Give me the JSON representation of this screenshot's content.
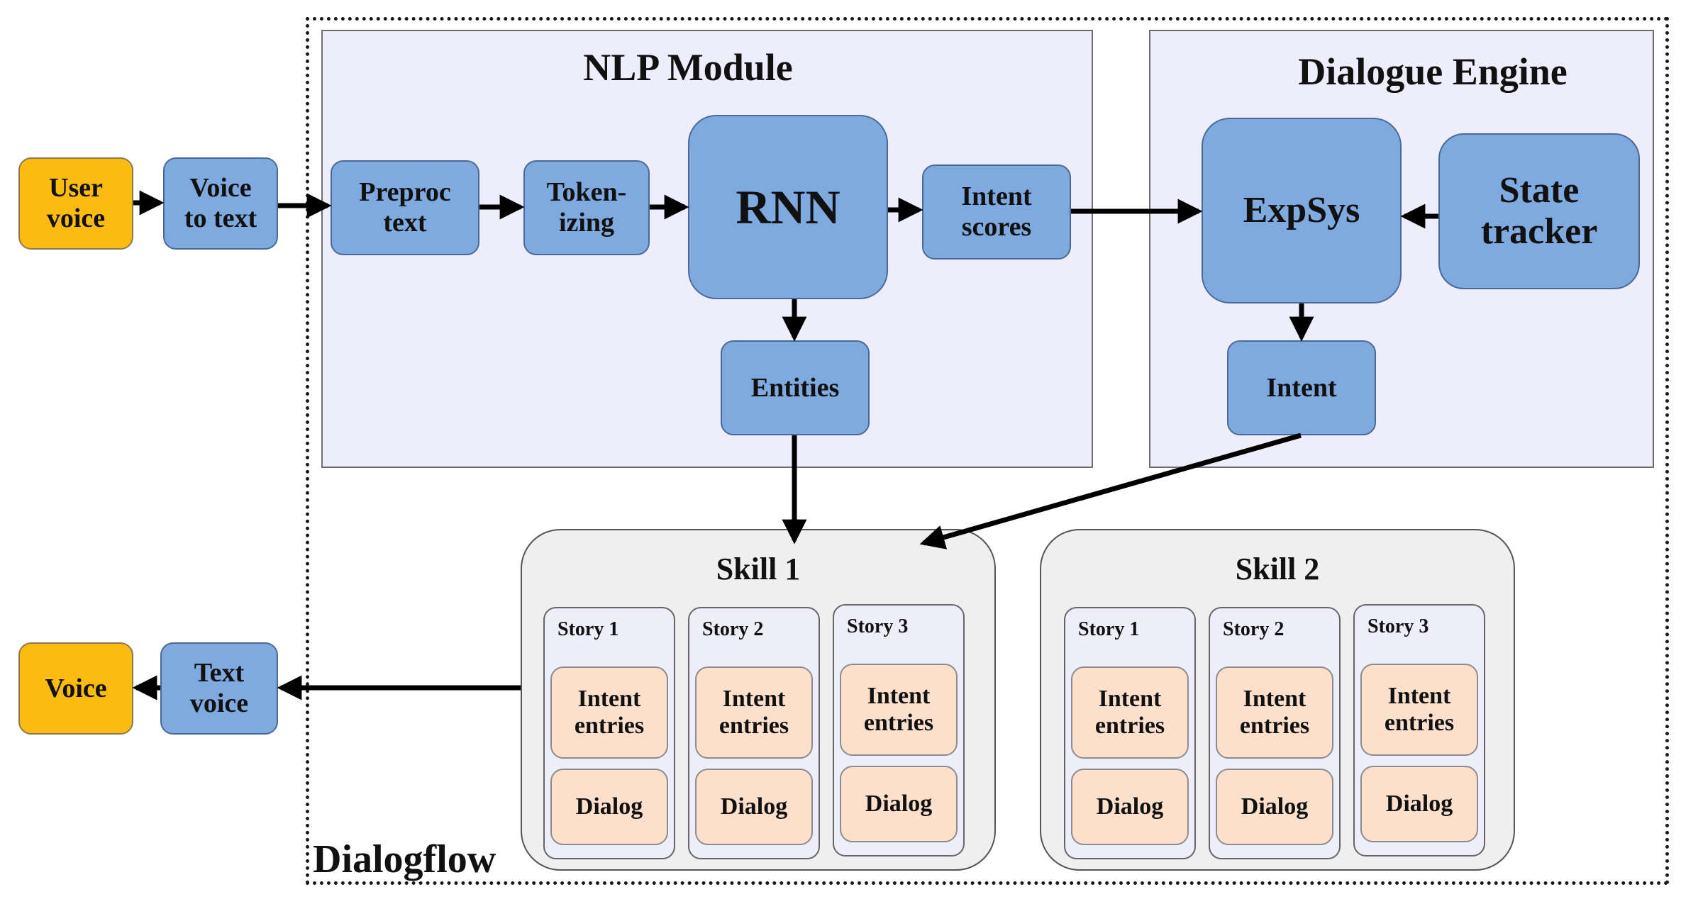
{
  "external": {
    "user_voice": "User\nvoice",
    "voice_to_text": "Voice\nto text",
    "voice_out": "Voice",
    "text_voice": "Text\nvoice"
  },
  "dialogflow": {
    "label": "Dialogflow"
  },
  "nlp_module": {
    "title": "NLP Module",
    "preproc": "Preproc\ntext",
    "tokenizing": "Token-\nizing",
    "rnn": "RNN",
    "intent_scores": "Intent\nscores",
    "entities": "Entities"
  },
  "dialogue_engine": {
    "title": "Dialogue Engine",
    "expsys": "ExpSys",
    "state_tracker": "State\ntracker",
    "intent": "Intent"
  },
  "skills": [
    {
      "title": "Skill 1",
      "stories": [
        {
          "title": "Story 1",
          "intent": "Intent\nentries",
          "dialog": "Dialog"
        },
        {
          "title": "Story 2",
          "intent": "Intent\nentries",
          "dialog": "Dialog"
        },
        {
          "title": "Story 3",
          "intent": "Intent\nentries",
          "dialog": "Dialog"
        }
      ]
    },
    {
      "title": "Skill 2",
      "stories": [
        {
          "title": "Story 1",
          "intent": "Intent\nentries",
          "dialog": "Dialog"
        },
        {
          "title": "Story 2",
          "intent": "Intent\nentries",
          "dialog": "Dialog"
        },
        {
          "title": "Story 3",
          "intent": "Intent\nentries",
          "dialog": "Dialog"
        }
      ]
    }
  ],
  "colors": {
    "process_box": "#7faadf",
    "io_box": "#fbbb10",
    "story_item": "#fce0cc",
    "module_bg": "#ededfb",
    "skill_bg": "#efefef"
  }
}
